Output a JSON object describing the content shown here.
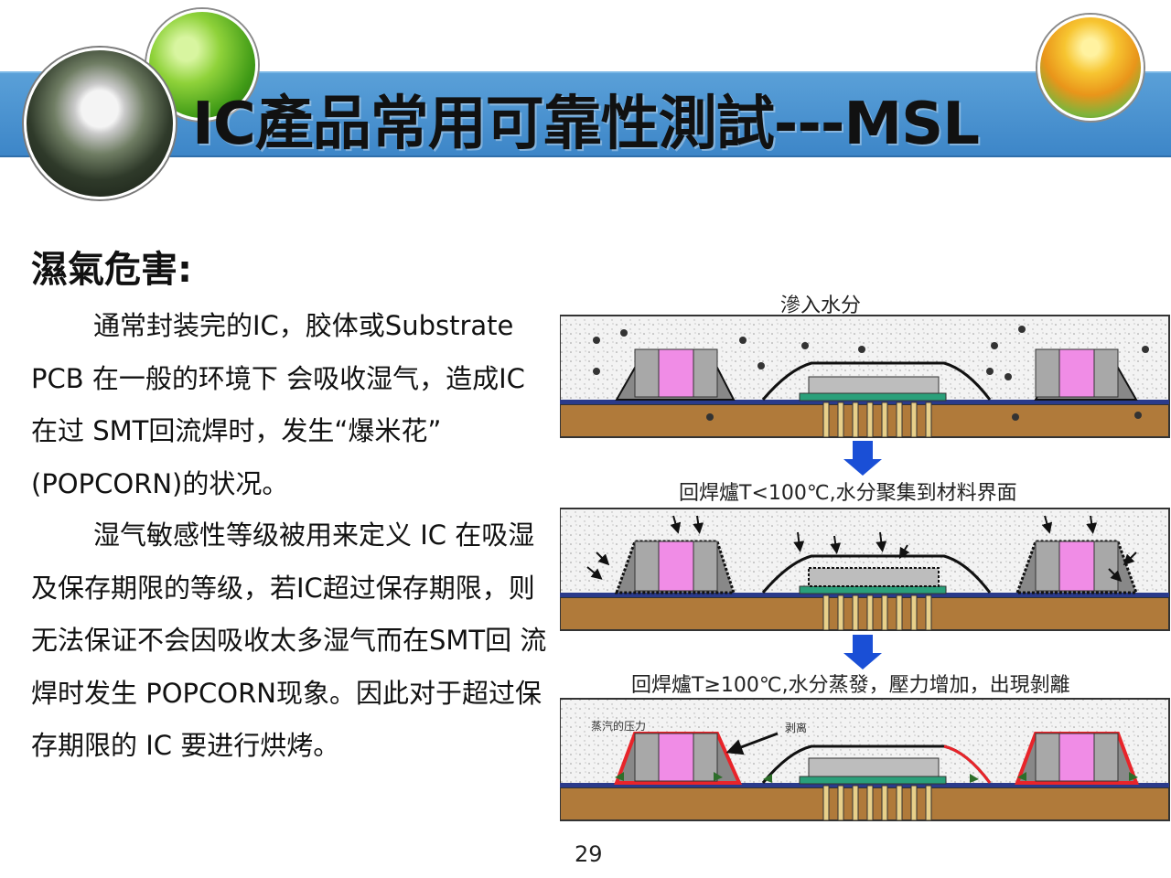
{
  "title": "IC產品常用可靠性測試---MSL",
  "heading": "濕氣危害:",
  "paragraphs": [
    "通常封装完的IC，胶体或Substrate PCB 在一般的环境下 会吸收湿气，造成IC在过 SMT回流焊时，发生“爆米花” (POPCORN)的状况。",
    "湿气敏感性等级被用来定义 IC 在吸湿及保存期限的等级，若IC超过保存期限，则无法保证不会因吸收太多湿气而在SMT回 流焊时发生 POPCORN现象。因此对于超过保存期限的 IC 要进行烘烤。"
  ],
  "diagram": {
    "label_top": "滲入水分",
    "caption_stage2": "回焊爐T<100℃,水分聚集到材料界面",
    "caption_stage3": "回焊爐T≥100℃,水分蒸發，壓力增加，出現剝離",
    "label_pressure": "蒸汽的压力",
    "label_delam": "剥离"
  },
  "colors": {
    "banner": "#3d86c8",
    "substrate": "#b07a3a",
    "component": "#f08ce6",
    "die": "#b4b4b4",
    "arrow": "#1a4fd6",
    "delam": "#e8242a"
  },
  "page_number": "29"
}
